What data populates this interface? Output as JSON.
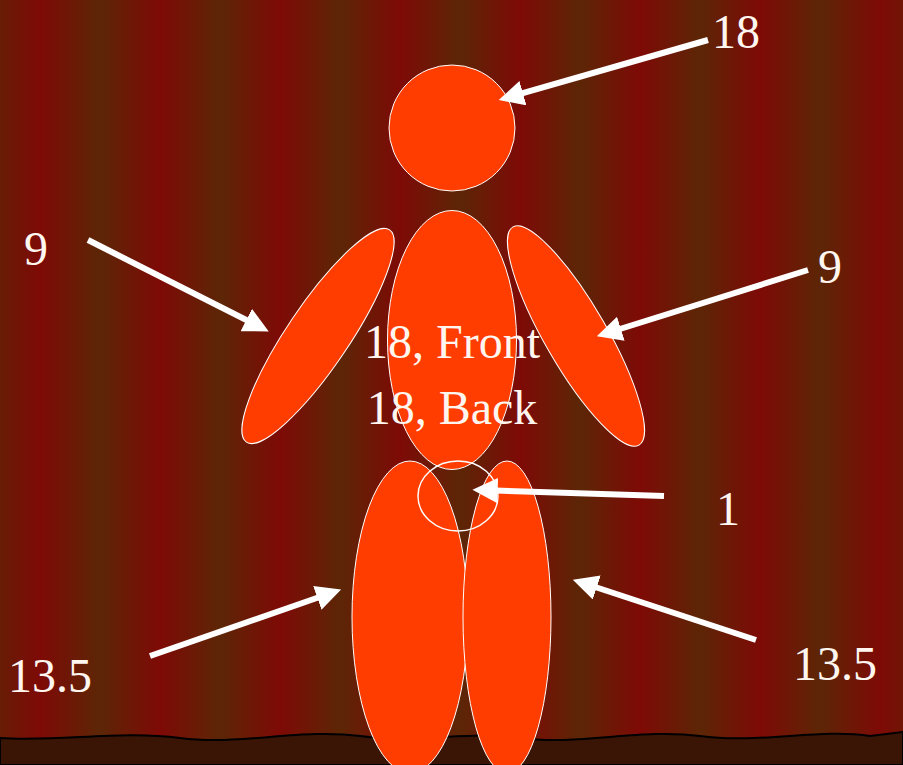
{
  "diagram": {
    "nodes": [
      {
        "text": [
          "18, Front",
          "18, Back"
        ]
      }
    ],
    "labels": [
      "18",
      "9",
      "9",
      "1",
      "13.5",
      "13.5"
    ]
  }
}
